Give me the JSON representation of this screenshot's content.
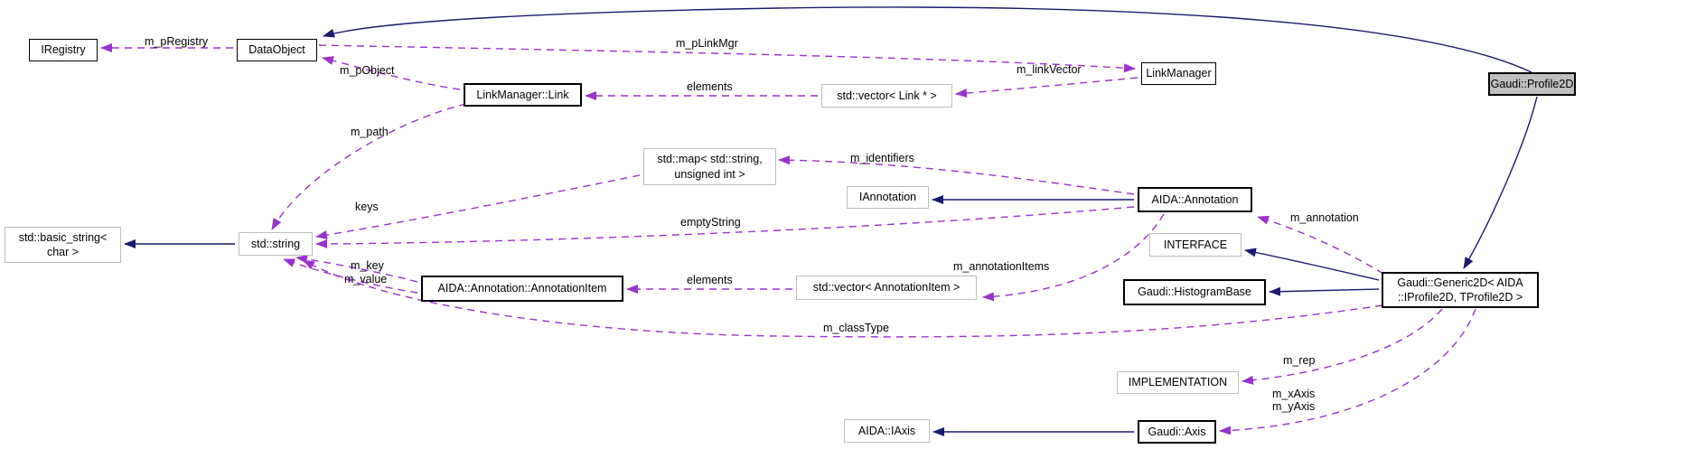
{
  "diagram": {
    "type": "collaboration-graph",
    "colors": {
      "inheritance_edge": "#191970",
      "usage_edge": "#9a32cd",
      "node_fill": "#ffffff",
      "focus_node_fill": "#bfbfbf",
      "node_border": "#000000",
      "external_node_border": "#bdbdbd",
      "text": "#000000"
    }
  },
  "nodes": {
    "iregistry": {
      "label": "IRegistry"
    },
    "dataobject": {
      "label": "DataObject"
    },
    "linkmanager_link": {
      "label": "LinkManager::Link"
    },
    "vector_link": {
      "label": "std::vector< Link * >"
    },
    "linkmanager": {
      "label": "LinkManager"
    },
    "profile2d": {
      "label": "Gaudi::Profile2D"
    },
    "stdmap": {
      "label": "std::map< std::string,\nunsigned int >"
    },
    "iannotation": {
      "label": "IAnnotation"
    },
    "annotation": {
      "label": "AIDA::Annotation"
    },
    "interface": {
      "label": "INTERFACE"
    },
    "histogrambase": {
      "label": "Gaudi::HistogramBase"
    },
    "generic2d": {
      "label": "Gaudi::Generic2D< AIDA\n::IProfile2D, TProfile2D >"
    },
    "basicstring": {
      "label": "std::basic_string<\nchar >"
    },
    "stdstring": {
      "label": "std::string"
    },
    "annotationitem": {
      "label": "AIDA::Annotation::AnnotationItem"
    },
    "vector_annotationitem": {
      "label": "std::vector< AnnotationItem >"
    },
    "implementation": {
      "label": "IMPLEMENTATION"
    },
    "iaxis": {
      "label": "AIDA::IAxis"
    },
    "axis": {
      "label": "Gaudi::Axis"
    }
  },
  "edge_labels": {
    "m_pRegistry": "m_pRegistry",
    "m_pObject": "m_pObject",
    "m_pLinkMgr": "m_pLinkMgr",
    "elements_top": "elements",
    "m_linkVector": "m_linkVector",
    "m_path": "m_path",
    "keys": "keys",
    "m_identifiers": "m_identifiers",
    "emptyString": "emptyString",
    "m_annotation": "m_annotation",
    "m_key": "m_key",
    "m_value": "m_value",
    "elements_bottom": "elements",
    "m_annotationItems": "m_annotationItems",
    "m_classType": "m_classType",
    "m_rep": "m_rep",
    "m_axes": "m_xAxis\nm_yAxis"
  },
  "edges": [
    {
      "from": "Gaudi::Profile2D",
      "to": "DataObject",
      "type": "inheritance"
    },
    {
      "from": "Gaudi::Profile2D",
      "to": "Gaudi::Generic2D< AIDA::IProfile2D, TProfile2D >",
      "type": "inheritance"
    },
    {
      "from": "AIDA::Annotation",
      "to": "IAnnotation",
      "type": "inheritance"
    },
    {
      "from": "Gaudi::Generic2D< AIDA::IProfile2D, TProfile2D >",
      "to": "INTERFACE",
      "type": "inheritance"
    },
    {
      "from": "Gaudi::Generic2D< AIDA::IProfile2D, TProfile2D >",
      "to": "Gaudi::HistogramBase",
      "type": "inheritance"
    },
    {
      "from": "Gaudi::Axis",
      "to": "AIDA::IAxis",
      "type": "inheritance"
    },
    {
      "from": "DataObject",
      "to": "IRegistry",
      "type": "usage",
      "label": "m_pRegistry"
    },
    {
      "from": "DataObject",
      "to": "LinkManager",
      "type": "usage",
      "label": "m_pLinkMgr"
    },
    {
      "from": "LinkManager::Link",
      "to": "DataObject",
      "type": "usage",
      "label": "m_pObject"
    },
    {
      "from": "LinkManager::Link",
      "to": "std::string",
      "type": "usage",
      "label": "m_path"
    },
    {
      "from": "LinkManager",
      "to": "std::vector< Link * >",
      "type": "usage",
      "label": "m_linkVector"
    },
    {
      "from": "std::vector< Link * >",
      "to": "LinkManager::Link",
      "type": "usage",
      "label": "elements"
    },
    {
      "from": "std::map< std::string, unsigned int >",
      "to": "std::string",
      "type": "usage",
      "label": "keys"
    },
    {
      "from": "AIDA::Annotation",
      "to": "std::map< std::string, unsigned int >",
      "type": "usage",
      "label": "m_identifiers"
    },
    {
      "from": "AIDA::Annotation",
      "to": "std::string",
      "type": "usage",
      "label": "emptyString"
    },
    {
      "from": "AIDA::Annotation",
      "to": "std::vector< AnnotationItem >",
      "type": "usage",
      "label": "m_annotationItems"
    },
    {
      "from": "std::vector< AnnotationItem >",
      "to": "AIDA::Annotation::AnnotationItem",
      "type": "usage",
      "label": "elements"
    },
    {
      "from": "AIDA::Annotation::AnnotationItem",
      "to": "std::string",
      "type": "usage",
      "label": "m_key"
    },
    {
      "from": "AIDA::Annotation::AnnotationItem",
      "to": "std::string",
      "type": "usage",
      "label": "m_value"
    },
    {
      "from": "std::string",
      "to": "std::basic_string< char >",
      "type": "inheritance"
    },
    {
      "from": "Gaudi::Generic2D< AIDA::IProfile2D, TProfile2D >",
      "to": "AIDA::Annotation",
      "type": "usage",
      "label": "m_annotation"
    },
    {
      "from": "Gaudi::Generic2D< AIDA::IProfile2D, TProfile2D >",
      "to": "std::string",
      "type": "usage",
      "label": "m_classType"
    },
    {
      "from": "Gaudi::Generic2D< AIDA::IProfile2D, TProfile2D >",
      "to": "IMPLEMENTATION",
      "type": "usage",
      "label": "m_rep"
    },
    {
      "from": "Gaudi::Generic2D< AIDA::IProfile2D, TProfile2D >",
      "to": "Gaudi::Axis",
      "type": "usage",
      "label": "m_xAxis m_yAxis"
    }
  ]
}
